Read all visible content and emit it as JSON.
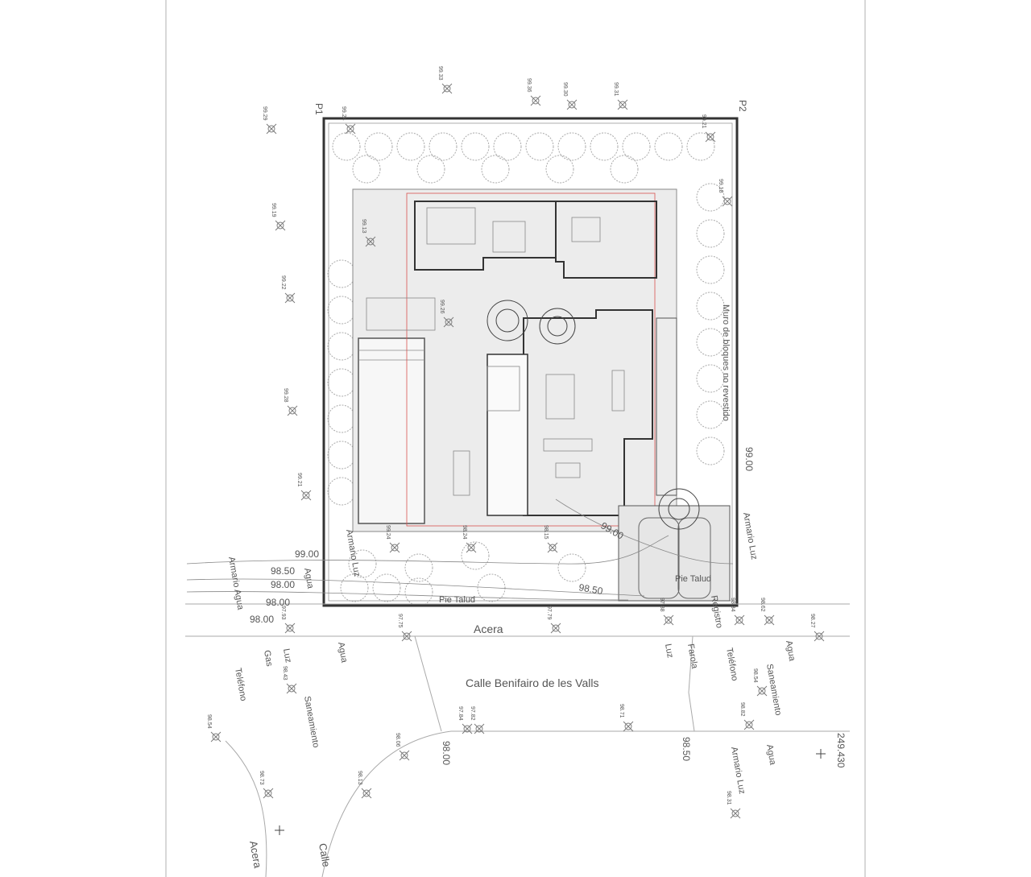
{
  "plan": {
    "corners": {
      "p1": "P1",
      "p2": "P2"
    },
    "wall_note": "Muro de bloques no revestido",
    "contours": {
      "c9900_right": "99.00",
      "c9900_left": "99.00",
      "c9850_left": "98.50",
      "c9800_left": "98.00",
      "c9800_b": "98.00",
      "c9800_c": "98.00",
      "c9900_garden": "99.00",
      "c9850_garden": "98.50",
      "c9800_street": "98.00",
      "c9850_street": "98.50"
    },
    "pie_talud": [
      "Pie Talud",
      "Pie Talud"
    ],
    "street": {
      "sidewalk": "Acera",
      "name": "Calle Benifairo de les Valls",
      "sidewalk_bottom": "Acera",
      "street_bottom": "Calle"
    },
    "utilities": {
      "armario_luz_left": "Armario Luz",
      "armario_luz_right": "Armario Luz",
      "armario_luz_bottom": "Armario Luz",
      "armario_agua_left": "Armario Agua",
      "agua_left": "Agua",
      "agua_mid": "Agua",
      "agua_right": "Agua",
      "agua_bottom": "Agua",
      "gas": "Gas",
      "luz_left": "Luz",
      "luz_mid": "Luz",
      "telefono_left": "Teléfono",
      "telefono_right": "Teléfono",
      "saneamiento_left": "Saneamiento",
      "saneamiento_right": "Saneamiento",
      "farola": "Farola",
      "registro": "Registro"
    },
    "coordinate": "249.430",
    "spot_elevations": [
      "99.33",
      "99.36",
      "99.30",
      "99.31",
      "99.29",
      "99.24",
      "99.21",
      "99.19",
      "99.18",
      "99.22",
      "99.28",
      "99.21",
      "99.26",
      "99.13",
      "99.24",
      "98.24",
      "98.15",
      "98.34",
      "97.93",
      "97.75",
      "97.79",
      "97.88",
      "97.84",
      "97.82",
      "98.06",
      "98.13",
      "98.43",
      "98.54",
      "98.73",
      "98.71",
      "98.82",
      "98.54",
      "98.31",
      "98.27",
      "98.62"
    ],
    "colors": {
      "line": "#555555",
      "wall": "#333333",
      "setback": "#d9534f",
      "terrace": "#e6e6e6"
    }
  }
}
